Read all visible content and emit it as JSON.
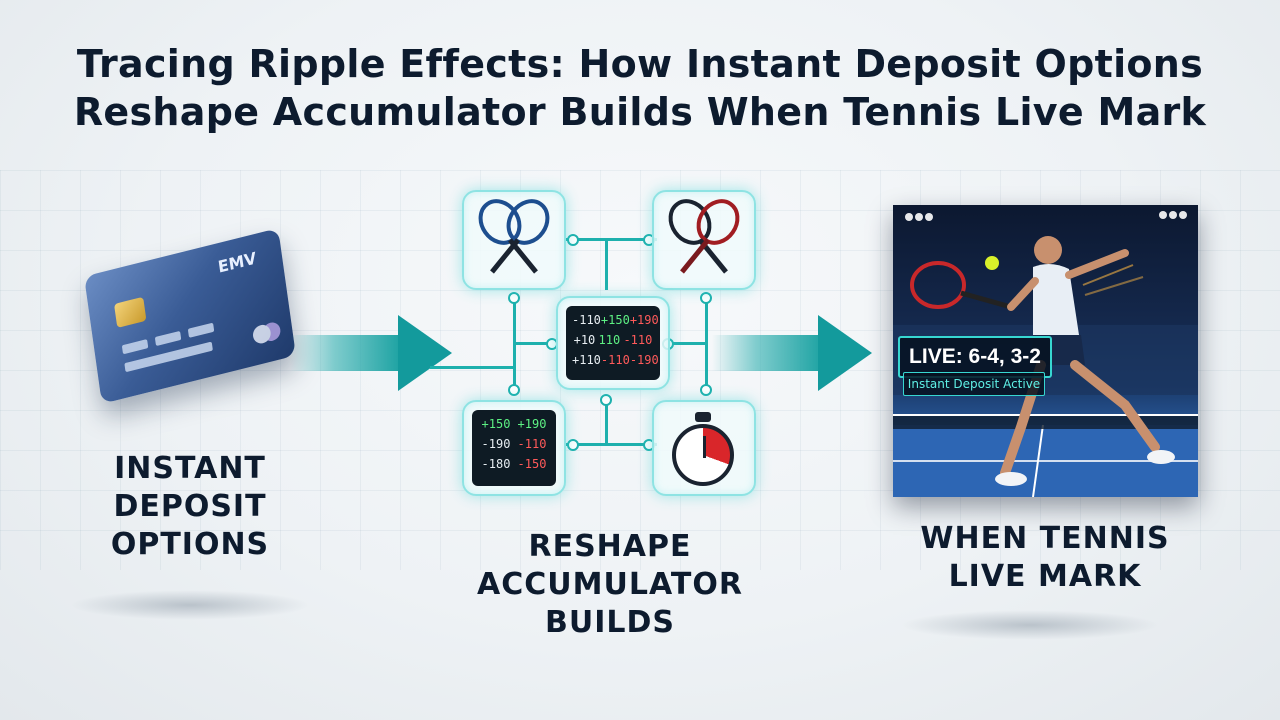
{
  "title_line1": "Tracing Ripple Effects: How Instant Deposit Options",
  "title_line2": "Reshape Accumulator Builds When Tennis Live Mark",
  "left": {
    "caption_lines": [
      "INSTANT",
      "DEPOSIT",
      "OPTIONS"
    ],
    "card_label": "EMV"
  },
  "center": {
    "caption_lines": [
      "RESHAPE",
      "ACCUMULATOR",
      "BUILDS"
    ],
    "odds_top": [
      [
        "-110",
        "+150",
        "+190"
      ],
      [
        "+10",
        "110",
        "-110"
      ],
      [
        "+110",
        "-110",
        "-190"
      ]
    ],
    "odds_bottom": [
      [
        "+150",
        "+190"
      ],
      [
        "-190",
        "-110"
      ],
      [
        "-180",
        "-150"
      ]
    ]
  },
  "right": {
    "caption_lines": [
      "WHEN TENNIS",
      "LIVE MARK"
    ],
    "live_score": "LIVE: 6-4, 3-2",
    "deposit_status": "Instant Deposit Active"
  },
  "colors": {
    "accent_teal": "#1eb0ad",
    "odds_green": "#5df083",
    "odds_red": "#ff5a5a",
    "title": "#0d1b2e"
  },
  "icons": [
    "credit-card-icon",
    "tennis-rackets-icon",
    "odds-board-icon",
    "stopwatch-icon",
    "tennis-player-photo"
  ]
}
